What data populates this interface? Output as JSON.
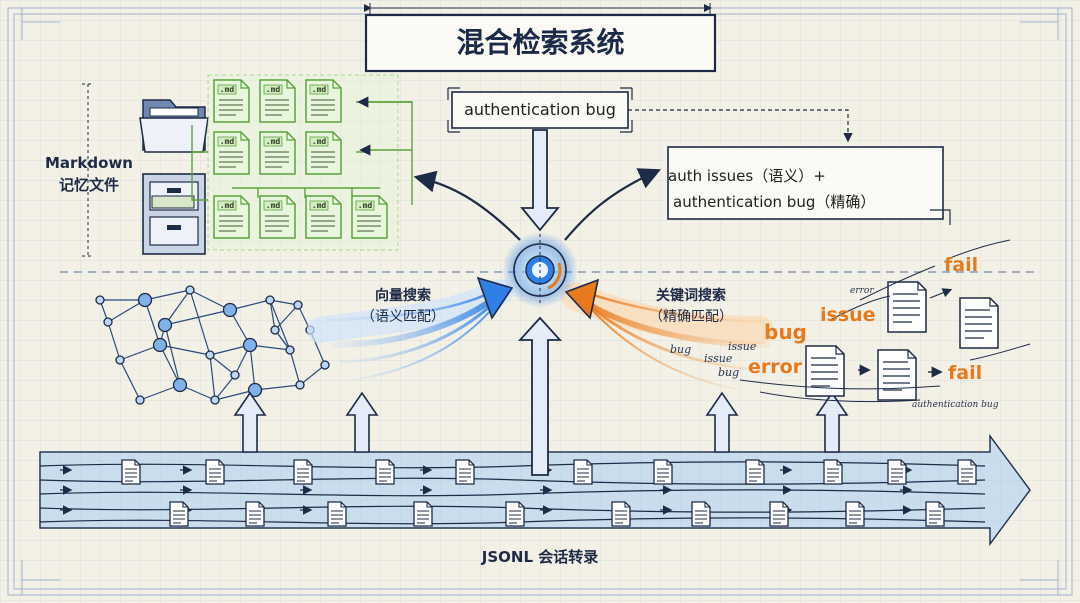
{
  "title": "混合检索系统",
  "query": "authentication bug",
  "expanded": {
    "line1": "auth issues（语义）+",
    "line2": "authentication bug（精确）"
  },
  "markdown_source": {
    "line1": "Markdown",
    "line2": "记忆文件",
    "file_tag": ".md"
  },
  "vector_search": {
    "line1": "向量搜索",
    "line2": "（语义匹配）"
  },
  "keyword_search": {
    "line1": "关键词搜索",
    "line2": "（精确匹配）"
  },
  "keywords": {
    "fail_top": "fail",
    "issue": "issue",
    "bug": "bug",
    "error": "error",
    "fail_bottom": "fail",
    "small_bug": "bug",
    "small_issue": "issue",
    "small_bug2": "bug",
    "small_issue2": "issue",
    "small_error": "error",
    "small_auth_bug": "authentication bug"
  },
  "jsonl_label": "JSONL 会话转录",
  "colors": {
    "ink": "#1d2b47",
    "vector_blue": "#2f7fe6",
    "keyword_orange": "#e77a1c",
    "markdown_green": "#79c257",
    "stream_blue": "#a9cdf4"
  }
}
